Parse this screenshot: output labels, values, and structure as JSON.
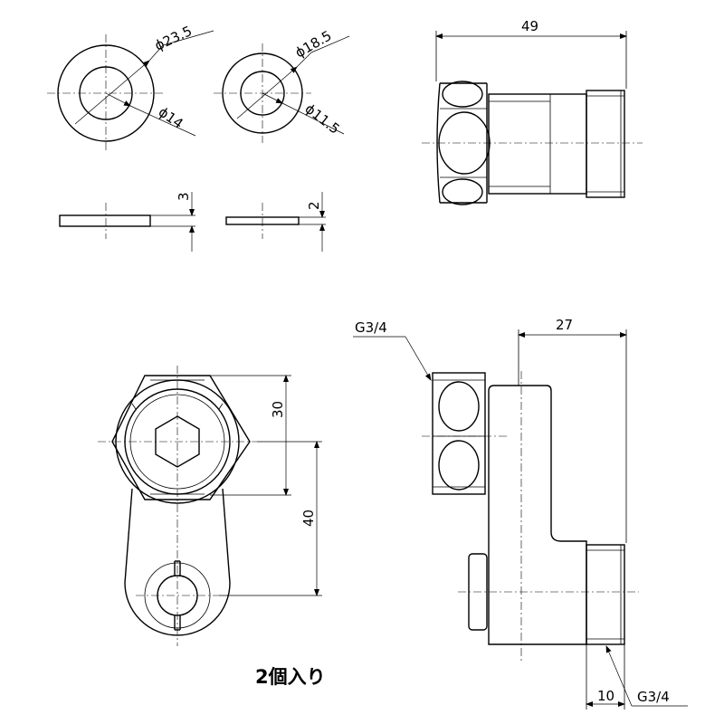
{
  "washer_large": {
    "outer_diameter": "ϕ23.5",
    "inner_diameter": "ϕ14",
    "thickness": "3"
  },
  "washer_small": {
    "outer_diameter": "ϕ18.5",
    "inner_diameter": "ϕ11.5",
    "thickness": "2"
  },
  "top_view": {
    "overall_length": "49"
  },
  "front_view": {
    "hex_height": "30",
    "center_distance": "40"
  },
  "side_view": {
    "thread_top": "G3/4",
    "depth": "27",
    "thread_length": "10",
    "thread_bottom": "G3/4"
  },
  "caption": "2個入り"
}
